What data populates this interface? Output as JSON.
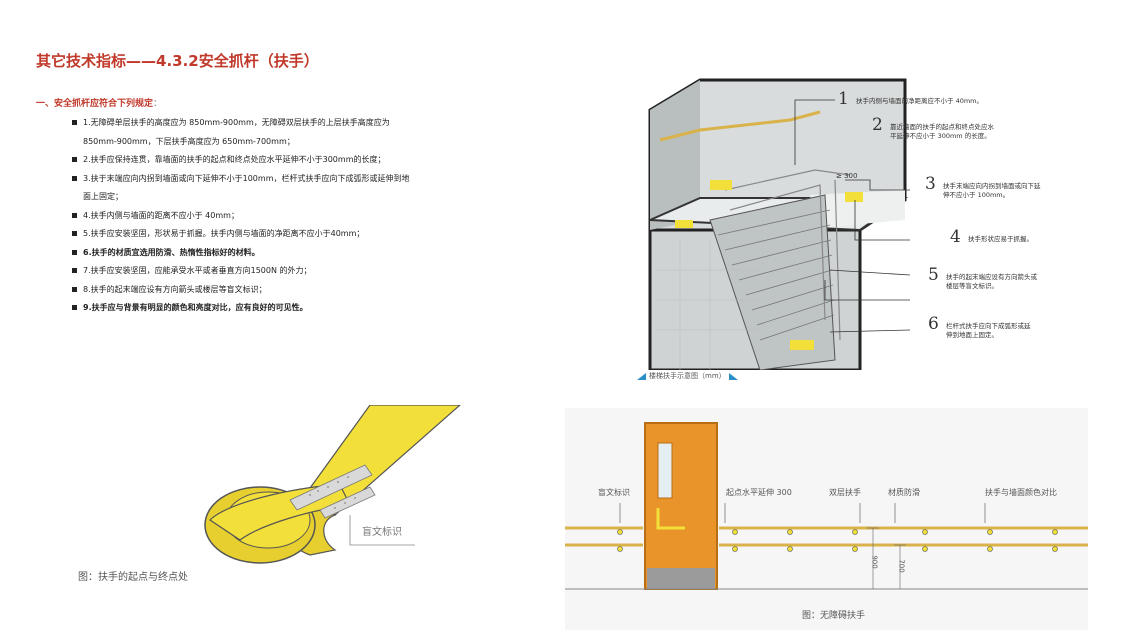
{
  "page": {
    "title": "其它技术指标——4.3.2安全抓杆（扶手）",
    "section_heading": "一、安全抓杆应符合下列规定",
    "section_colon": "：",
    "items": [
      "1.无障碍单层扶手的高度应为 850mm-900mm，无障碍双层扶手的上层扶手高度应为",
      "850mm-900mm，下层扶手高度应为 650mm-700mm；",
      "2.扶手应保持连贯，靠墙面的扶手的起点和终点处应水平延伸不小于300mm的长度；",
      "3.扶于末端应向内拐到墙面或向下延伸不小于100mm，栏杆式扶手应向下成弧形或延伸到地",
      "面上固定；",
      "4.扶手内侧与墙面的距离不应小于 40mm；",
      "5.扶手应安装坚固，形状易于抓握。扶手内侧与墙面的净距离不应小于40mm；",
      "6.扶手的材质宜选用防滑、热惰性指标好的材料。",
      "7.扶手应安装坚固，应能承受水平或者垂直方向1500N 的外力；",
      "8.扶手的起末端应设有方向箭头或楼层等盲文标识；",
      "9.扶手应与背景有明显的颜色和亮度对比，应有良好的可见性。"
    ]
  },
  "stair_figure": {
    "caption": "楼梯扶手示意图（mm）",
    "dim_label": "≥ 300",
    "notes": [
      {
        "num": "1",
        "lines": [
          "扶手内侧与墙面的净距离应不小于 40mm。"
        ]
      },
      {
        "num": "2",
        "lines": [
          "靠近墙面的扶手的起点和终点处应水",
          "平延伸不应小于 300mm 的长度。"
        ]
      },
      {
        "num": "3",
        "lines": [
          "扶手末端应向内拐到墙面或向下延",
          "伸不应小于 100mm。"
        ]
      },
      {
        "num": "4",
        "lines": [
          "扶手形状应易于抓握。"
        ]
      },
      {
        "num": "5",
        "lines": [
          "扶手的起末端应设有方向箭头或",
          "楼层等盲文标识。"
        ]
      },
      {
        "num": "6",
        "lines": [
          "栏杆式扶手应向下成弧形或延",
          "伸到地面上固定。"
        ]
      }
    ]
  },
  "handrail_end_figure": {
    "braille_label": "盲文标识",
    "caption": "图：扶手的起点与终点处"
  },
  "accessible_figure": {
    "labels": [
      "盲文标识",
      "起点水平延伸 300",
      "双层扶手",
      "材质防滑",
      "扶手与墙面颜色对比"
    ],
    "dim_900": "900",
    "dim_700": "700",
    "caption": "图：无障碍扶手"
  },
  "colors": {
    "title_red": "#c0392b",
    "handrail_yellow": "#f2df3a",
    "door_orange": "#e8942a",
    "accent_blue": "#2a8fc9"
  }
}
